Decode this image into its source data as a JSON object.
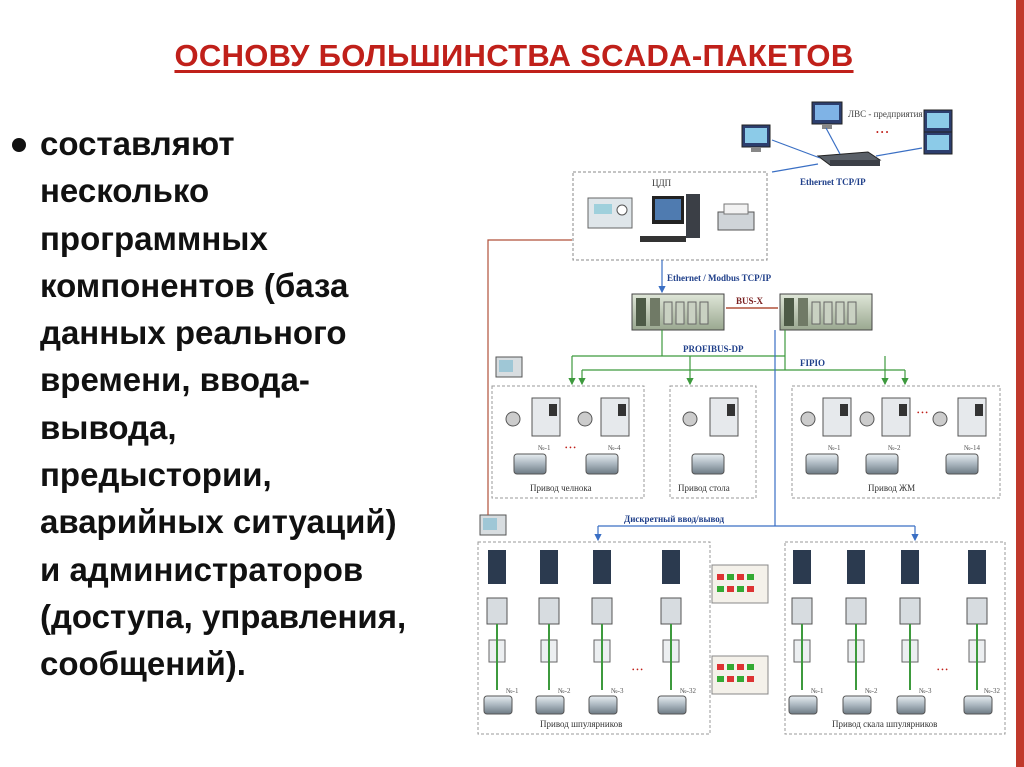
{
  "slide": {
    "title": "ОСНОВУ БОЛЬШИНСТВА SCADA-ПАКЕТОВ",
    "bullet_lines": [
      "составляют",
      "несколько",
      "программных",
      "компонентов (база",
      "данных реального",
      "времени, ввода-",
      "вывода,",
      "предыстории,",
      "аварийных ситуаций)",
      "и администраторов",
      "(доступа, управления,",
      "сообщений)."
    ]
  },
  "diagram": {
    "lan_label": "ЛВС - предприятия",
    "ethernet_label": "Ethernet TCP/IP",
    "cdp_label": "ЦДП",
    "modbus_label": "Ethernet / Modbus TCP/IP",
    "busx_label": "BUS-X",
    "profibus_label": "PROFIBUS-DP",
    "fipio_label": "FIPIO",
    "dots": "• • •",
    "drive_shuttle": "Привод челнока",
    "drive_table": "Привод стола",
    "drive_jm": "Привод ЖМ",
    "discrete_label": "Дискретный ввод/вывод",
    "drive_spindles": "Привод шпулярников",
    "drive_rock_spindles": "Привод скала шпулярников",
    "n1": "№-1",
    "n2": "№-2",
    "n3": "№-3",
    "n4": "№-4",
    "n14": "№-14",
    "n32": "№-32",
    "colors": {
      "line_blue": "#3a6fc4",
      "line_green": "#3d9a3d",
      "line_brown": "#b0503a",
      "accent": "#c0201a"
    }
  }
}
